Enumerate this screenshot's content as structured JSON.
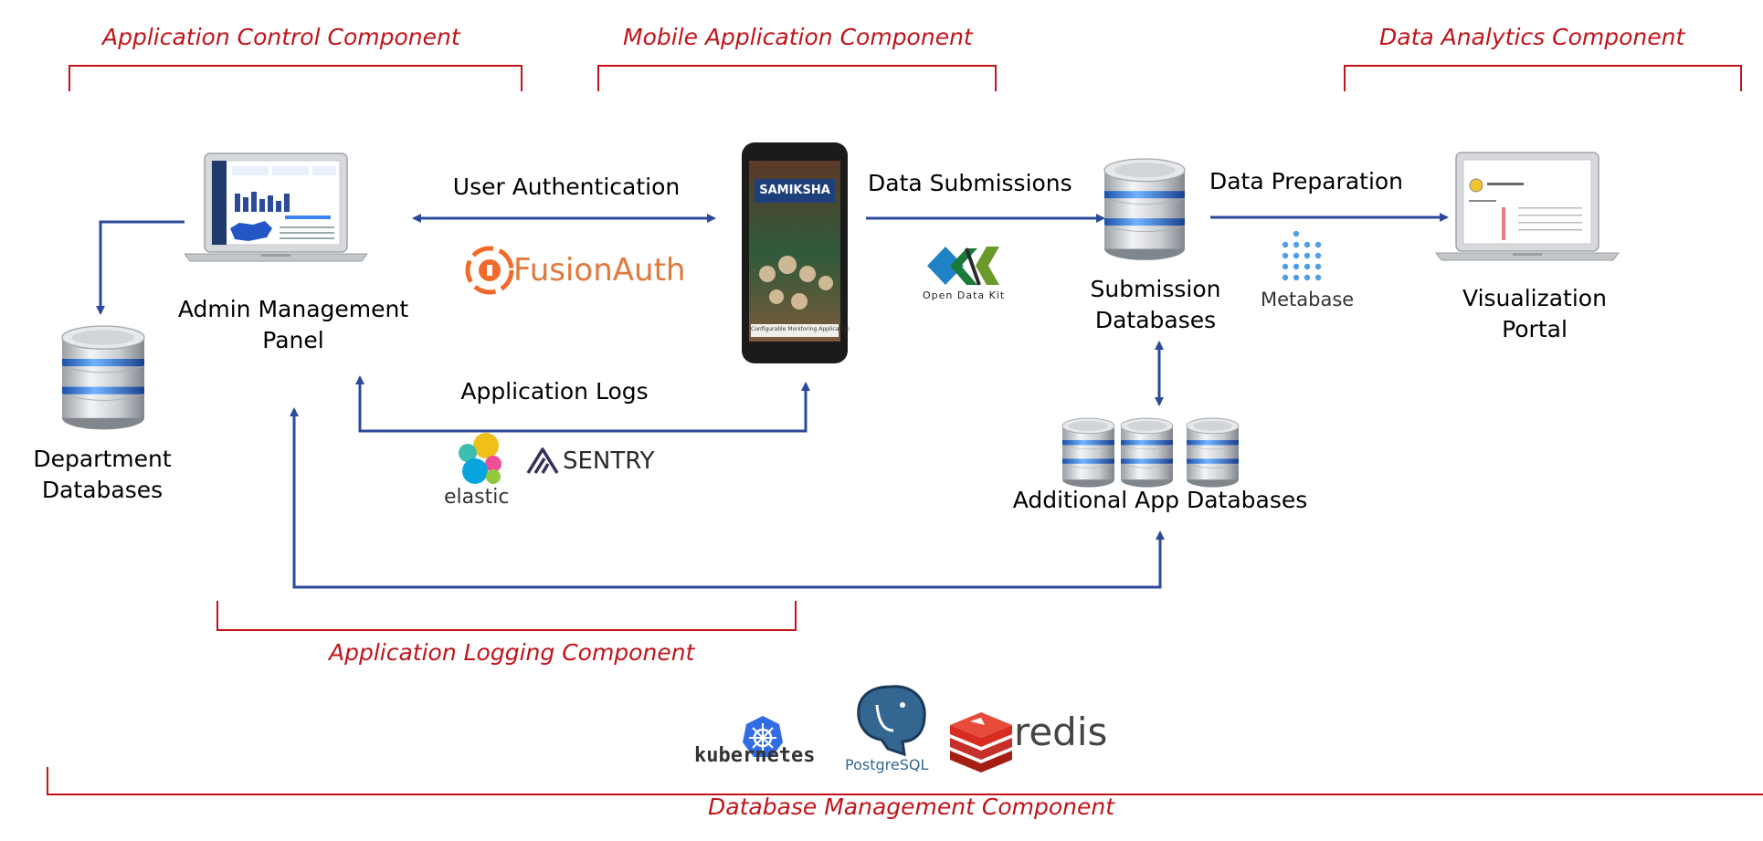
{
  "components": {
    "application_control": "Application Control Component",
    "mobile_application": "Mobile Application Component",
    "data_analytics": "Data Analytics Component",
    "application_logging": "Application Logging Component",
    "database_management": "Database Management Component"
  },
  "nodes": {
    "admin_panel_line1": "Admin Management",
    "admin_panel_line2": "Panel",
    "department_db_line1": "Department",
    "department_db_line2": "Databases",
    "submission_db_line1": "Submission",
    "submission_db_line2": "Databases",
    "visualization_line1": "Visualization",
    "visualization_line2": "Portal",
    "additional_db": "Additional App Databases",
    "phone_header": "SAMIKSHA",
    "phone_footer": "Configurable Monitoring Application"
  },
  "edges": {
    "user_auth": "User Authentication",
    "data_submissions": "Data Submissions",
    "data_preparation": "Data Preparation",
    "app_logs": "Application Logs"
  },
  "logos": {
    "fusionauth": "FusionAuth",
    "odk": "Open Data Kit",
    "metabase": "Metabase",
    "elastic": "elastic",
    "sentry": "SENTRY",
    "kubernetes": "kubernetes",
    "postgres": "PostgreSQL",
    "redis": "redis"
  },
  "colors": {
    "arrow": "#2c4a9a",
    "component_label": "#c0141a",
    "bracket": "#c0141a"
  }
}
